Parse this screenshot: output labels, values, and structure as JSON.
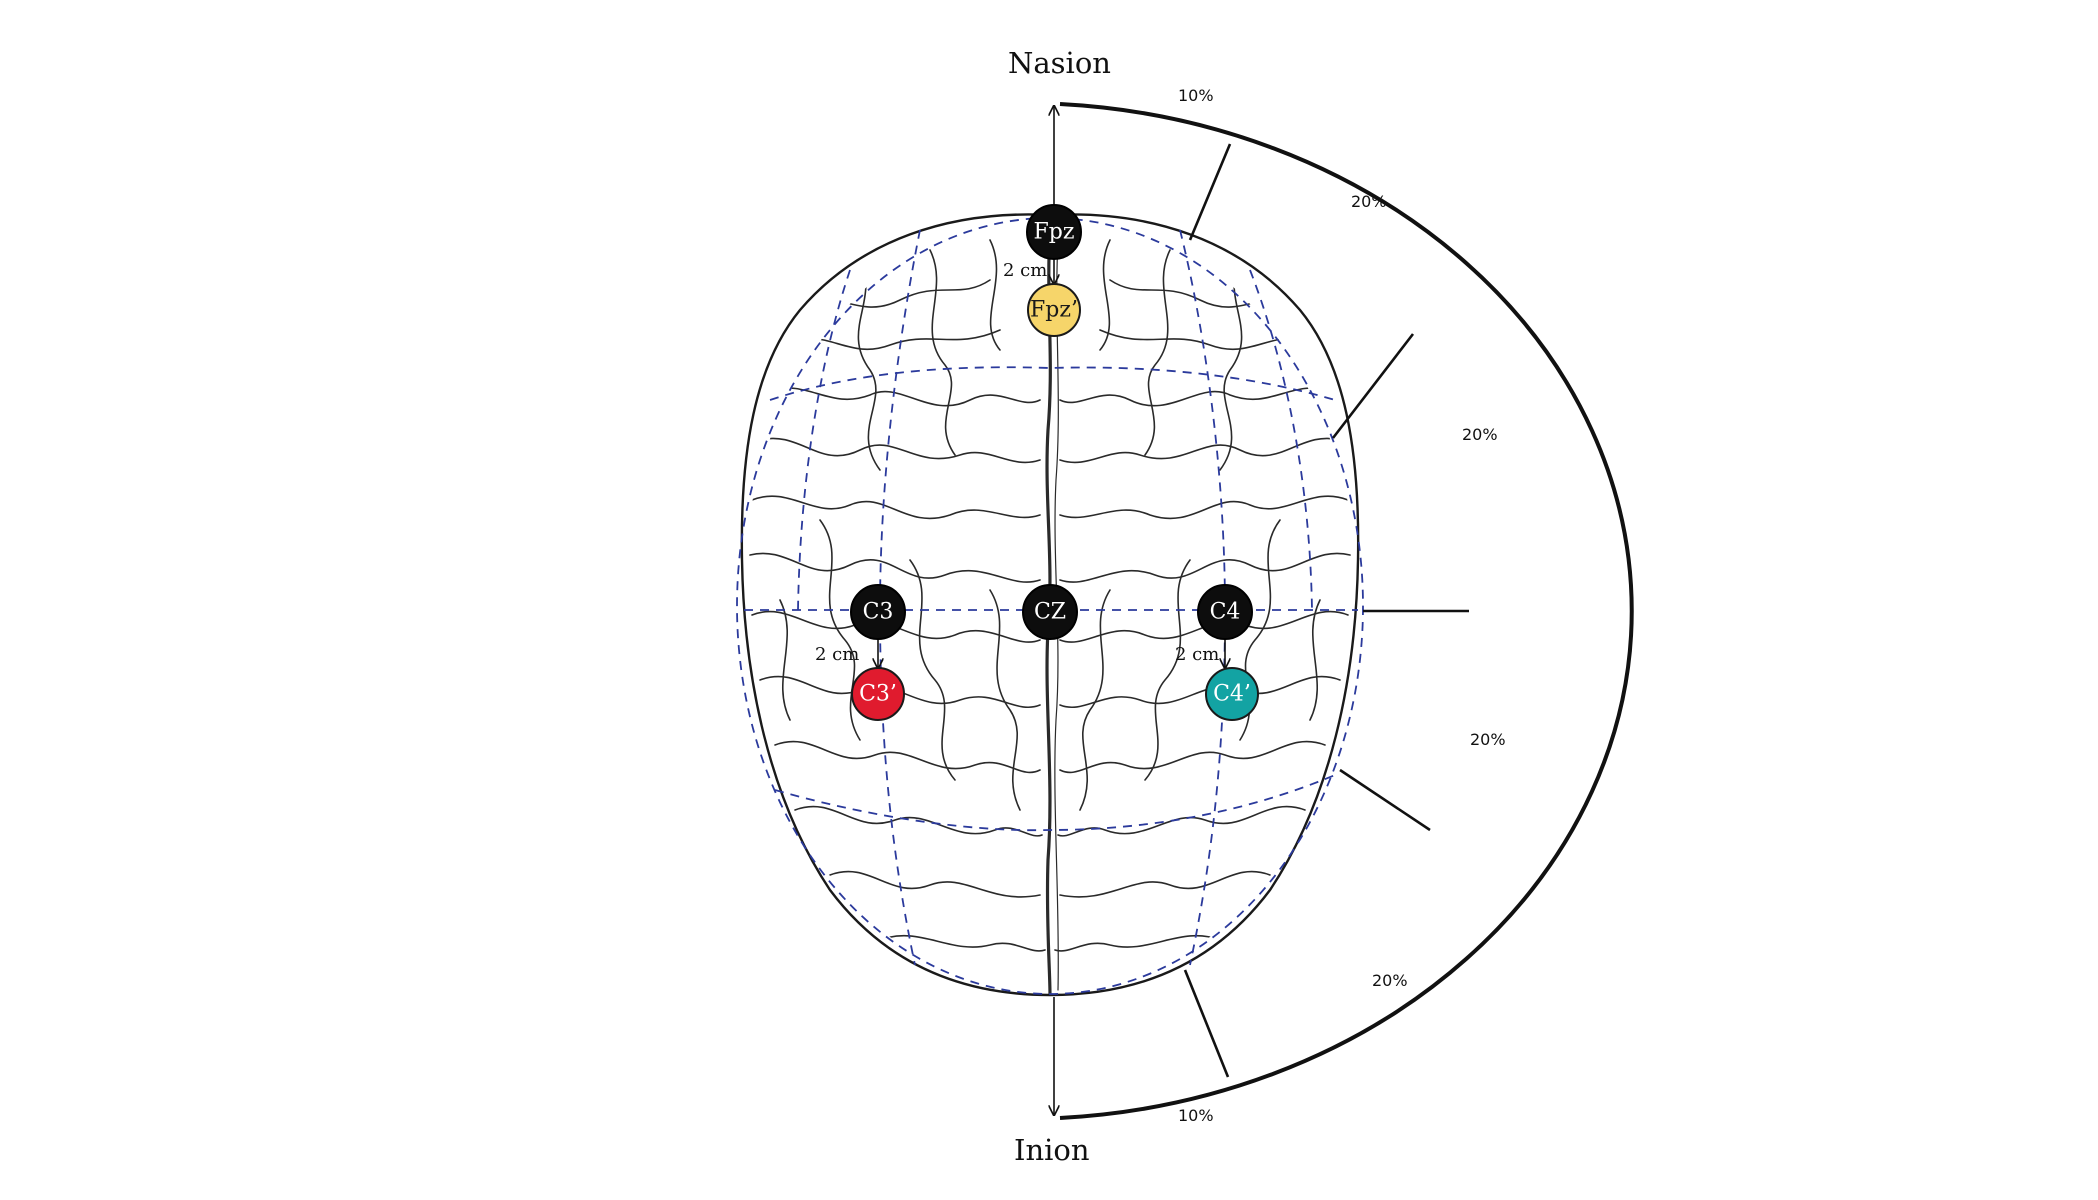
{
  "landmarks": {
    "nasion": "Nasion",
    "inion": "Inion"
  },
  "percentages": {
    "top_10": "10%",
    "seg_20_a": "20%",
    "seg_20_b": "20%",
    "seg_20_c": "20%",
    "seg_20_d": "20%",
    "bottom_10": "10%"
  },
  "offsets": {
    "fpz_offset": "2 cm",
    "c3_offset": "2 cm",
    "c4_offset": "2 cm"
  },
  "electrodes": {
    "fpz": {
      "label": "Fpz",
      "color": "#0d0d0d",
      "text_color": "#ffffff"
    },
    "fpz2": {
      "label": "Fpz’",
      "color": "#f6d56a",
      "text_color": "#1a1a1a"
    },
    "c3": {
      "label": "C3",
      "color": "#0d0d0d",
      "text_color": "#ffffff"
    },
    "cz": {
      "label": "CZ",
      "color": "#0d0d0d",
      "text_color": "#ffffff"
    },
    "c4": {
      "label": "C4",
      "color": "#0d0d0d",
      "text_color": "#ffffff"
    },
    "c3p": {
      "label": "C3’",
      "color": "#e01b2e",
      "text_color": "#ffffff"
    },
    "c4p": {
      "label": "C4’",
      "color": "#13a3a3",
      "text_color": "#ffffff"
    }
  },
  "colors": {
    "grid": "#2b3a9c",
    "outline": "#111111"
  }
}
